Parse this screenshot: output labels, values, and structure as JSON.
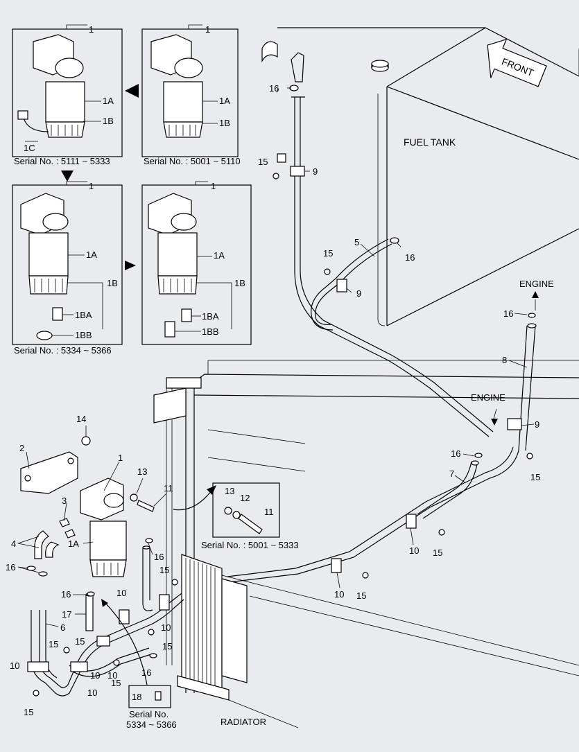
{
  "callouts": {
    "c1_a": "1",
    "c1_b": "1",
    "c1_c": "1",
    "c1_d": "1",
    "c1_main": "1",
    "c1A_a": "1A",
    "c1A_b": "1A",
    "c1A_c": "1A",
    "c1A_d": "1A",
    "c1A_main": "1A",
    "c1B_a": "1B",
    "c1B_b": "1B",
    "c1B_c": "1B",
    "c1B_d": "1B",
    "c1C": "1C",
    "c1BA_c": "1BA",
    "c1BA_d": "1BA",
    "c1BB_c": "1BB",
    "c1BB_d": "1BB",
    "c2": "2",
    "c3": "3",
    "c4": "4",
    "c5": "5",
    "c6": "6",
    "c7": "7",
    "c8": "8",
    "c9_a": "9",
    "c9_b": "9",
    "c9_c": "9",
    "c10_a": "10",
    "c10_b": "10",
    "c10_c": "10",
    "c10_d": "10",
    "c10_e": "10",
    "c10_f": "10",
    "c10_g": "10",
    "c10_h": "10",
    "c11_a": "11",
    "c11_b": "11",
    "c12": "12",
    "c13_a": "13",
    "c13_b": "13",
    "c14": "14",
    "c15_a": "15",
    "c15_b": "15",
    "c15_c": "15",
    "c15_d": "15",
    "c15_e": "15",
    "c15_f": "15",
    "c15_g": "15",
    "c15_h": "15",
    "c15_i": "15",
    "c15_j": "15",
    "c15_k": "15",
    "c16_a": "16",
    "c16_b": "16",
    "c16_c": "16",
    "c16_d": "16",
    "c16_e": "16",
    "c16_f": "16",
    "c16_g": "16",
    "c16_h": "16",
    "c17": "17",
    "c18": "18"
  },
  "serials": {
    "s1": "Serial No. : 5111 ~ 5333",
    "s2": "Serial No. : 5001 ~ 5110",
    "s3": "Serial No.  : 5334 ~ 5366",
    "s4": "Serial No. : 5001 ~ 5333",
    "s5_line1": "Serial No.",
    "s5_line2": "5334 ~ 5366"
  },
  "labels": {
    "fuel_tank": "FUEL TANK",
    "front": "FRONT",
    "engine_1": "ENGINE",
    "engine_2": "ENGINE",
    "radiator": "RADIATOR"
  }
}
